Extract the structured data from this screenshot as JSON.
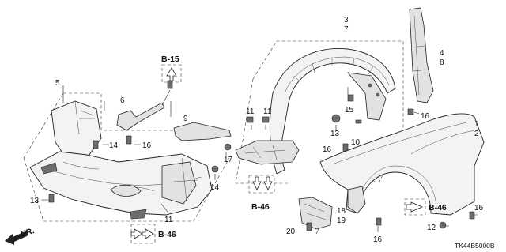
{
  "callouts": {
    "c1": "1",
    "c2": "2",
    "c3": "3",
    "c4": "4",
    "c5": "5",
    "c6": "6",
    "c7": "7",
    "c8": "8",
    "c9": "9",
    "c10": "10",
    "c11a": "11",
    "c11b": "11",
    "c11c": "11",
    "c12": "12",
    "c13": "13",
    "c14a": "14",
    "c14b": "14",
    "c15": "15",
    "c16a": "16",
    "c16b": "16",
    "c16c": "16",
    "c16d": "16",
    "c16e": "16",
    "c17": "17",
    "c18": "18",
    "c19": "19",
    "c20": "20"
  },
  "references": {
    "b15": "B-15",
    "b46_center": "B-46",
    "b46_bottom": "B-46",
    "b46_right": "B-46"
  },
  "direction": "FR.",
  "diagram_code": "TK44B5000B"
}
